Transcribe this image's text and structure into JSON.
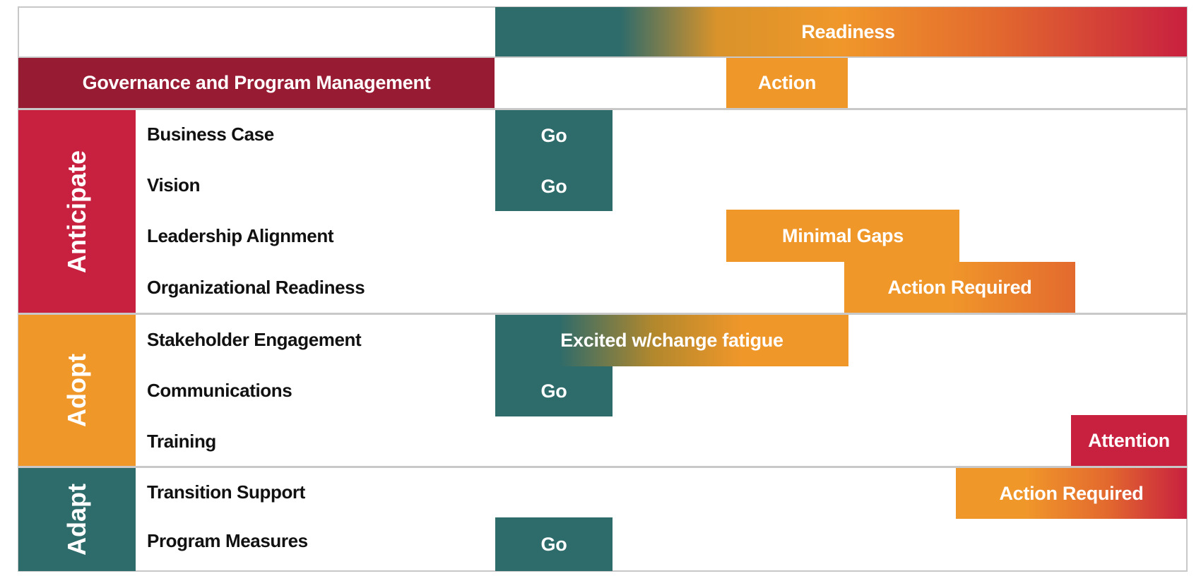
{
  "colors": {
    "teal": "#2e6b6b",
    "orange": "#f0972a",
    "red": "#c8203f",
    "maroon": "#981b34",
    "border": "#c8c8c8",
    "text": "#111111"
  },
  "header": {
    "readiness_label": "Readiness",
    "governance_label": "Governance and Program Management",
    "governance_status": "Action"
  },
  "sections": [
    {
      "label": "Anticipate",
      "color": "#c8203f",
      "rows": [
        {
          "label": "Business Case",
          "status": "Go"
        },
        {
          "label": "Vision",
          "status": "Go"
        },
        {
          "label": "Leadership Alignment",
          "status": "Minimal Gaps"
        },
        {
          "label": "Organizational Readiness",
          "status": "Action Required"
        }
      ]
    },
    {
      "label": "Adopt",
      "color": "#f0972a",
      "rows": [
        {
          "label": "Stakeholder Engagement",
          "status": "Excited w/change fatigue"
        },
        {
          "label": "Communications",
          "status": "Go"
        },
        {
          "label": "Training",
          "status": "Attention"
        }
      ]
    },
    {
      "label": "Adapt",
      "color": "#2e6b6b",
      "rows": [
        {
          "label": "Transition Support",
          "status": "Action Required"
        },
        {
          "label": "Program Measures",
          "status": "Go"
        }
      ]
    }
  ]
}
